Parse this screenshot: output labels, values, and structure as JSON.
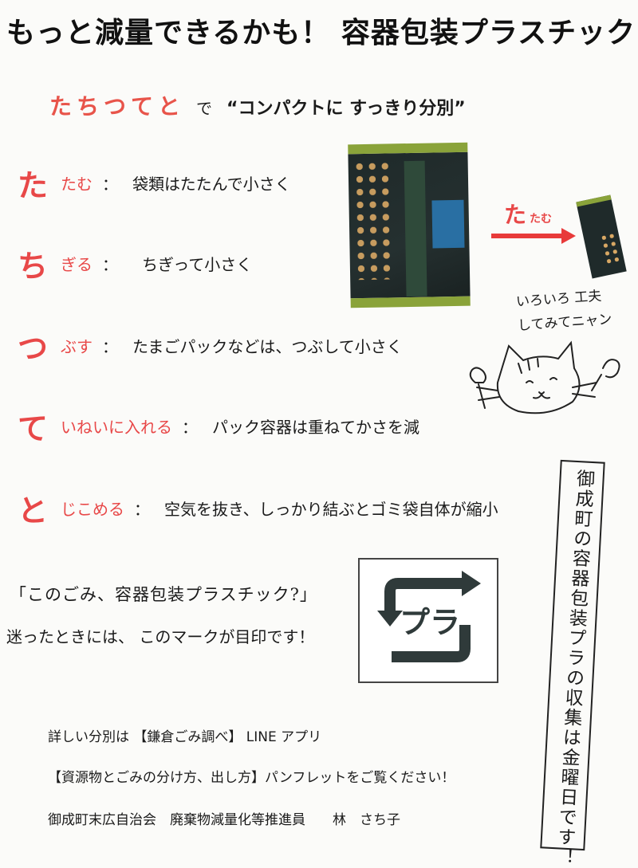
{
  "title": "もっと減量できるかも！ 容器包装プラスチック",
  "subtitle": {
    "key": "たちつてと",
    "connector": "で",
    "phrase": "“コンパクトに すっきり分別”"
  },
  "rows": [
    {
      "letter": "た",
      "keyword": "たむ",
      "colon": "：",
      "description": "袋類はたたんで小さく"
    },
    {
      "letter": "ち",
      "keyword": "ぎる",
      "colon": "：",
      "description": "ちぎって小さく"
    },
    {
      "letter": "つ",
      "keyword": "ぶす",
      "colon": "：",
      "description": "たまごパックなどは、つぶして小さく"
    },
    {
      "letter": "て",
      "keyword": "いねいに入れる",
      "colon": "：",
      "description": "パック容器は重ねてかさを減"
    },
    {
      "letter": "と",
      "keyword": "じこめる",
      "colon": "：",
      "description": "空気を抜き、しっかり結ぶとゴミ袋自体が縮小"
    }
  ],
  "illustration": {
    "arrow_big": "た",
    "arrow_small": "たむ"
  },
  "cat_note": {
    "line1": "いろいろ 工夫",
    "line2": "してみてニャン"
  },
  "vertical_notice": "御成町の容器包装プラの収集は金曜日です！",
  "handwritten_question": "「このごみ、容器包装プラスチック?」",
  "guide_text": "迷ったときには、 このマークが目印です！",
  "mark": {
    "label": "プラ",
    "colors": {
      "arrows": "#2f3a3a",
      "bg": "#ffffff"
    }
  },
  "footer": [
    "詳しい分別は 【鎌倉ごみ調べ】 LINE アプリ",
    "【資源物とごみの分け方、出し方】パンフレットをご覧ください！",
    "御成町末広自治会　廃棄物減量化等推進員　　林　さち子"
  ],
  "colors": {
    "accent_red": "#e84848",
    "text": "#1a1a1a"
  }
}
